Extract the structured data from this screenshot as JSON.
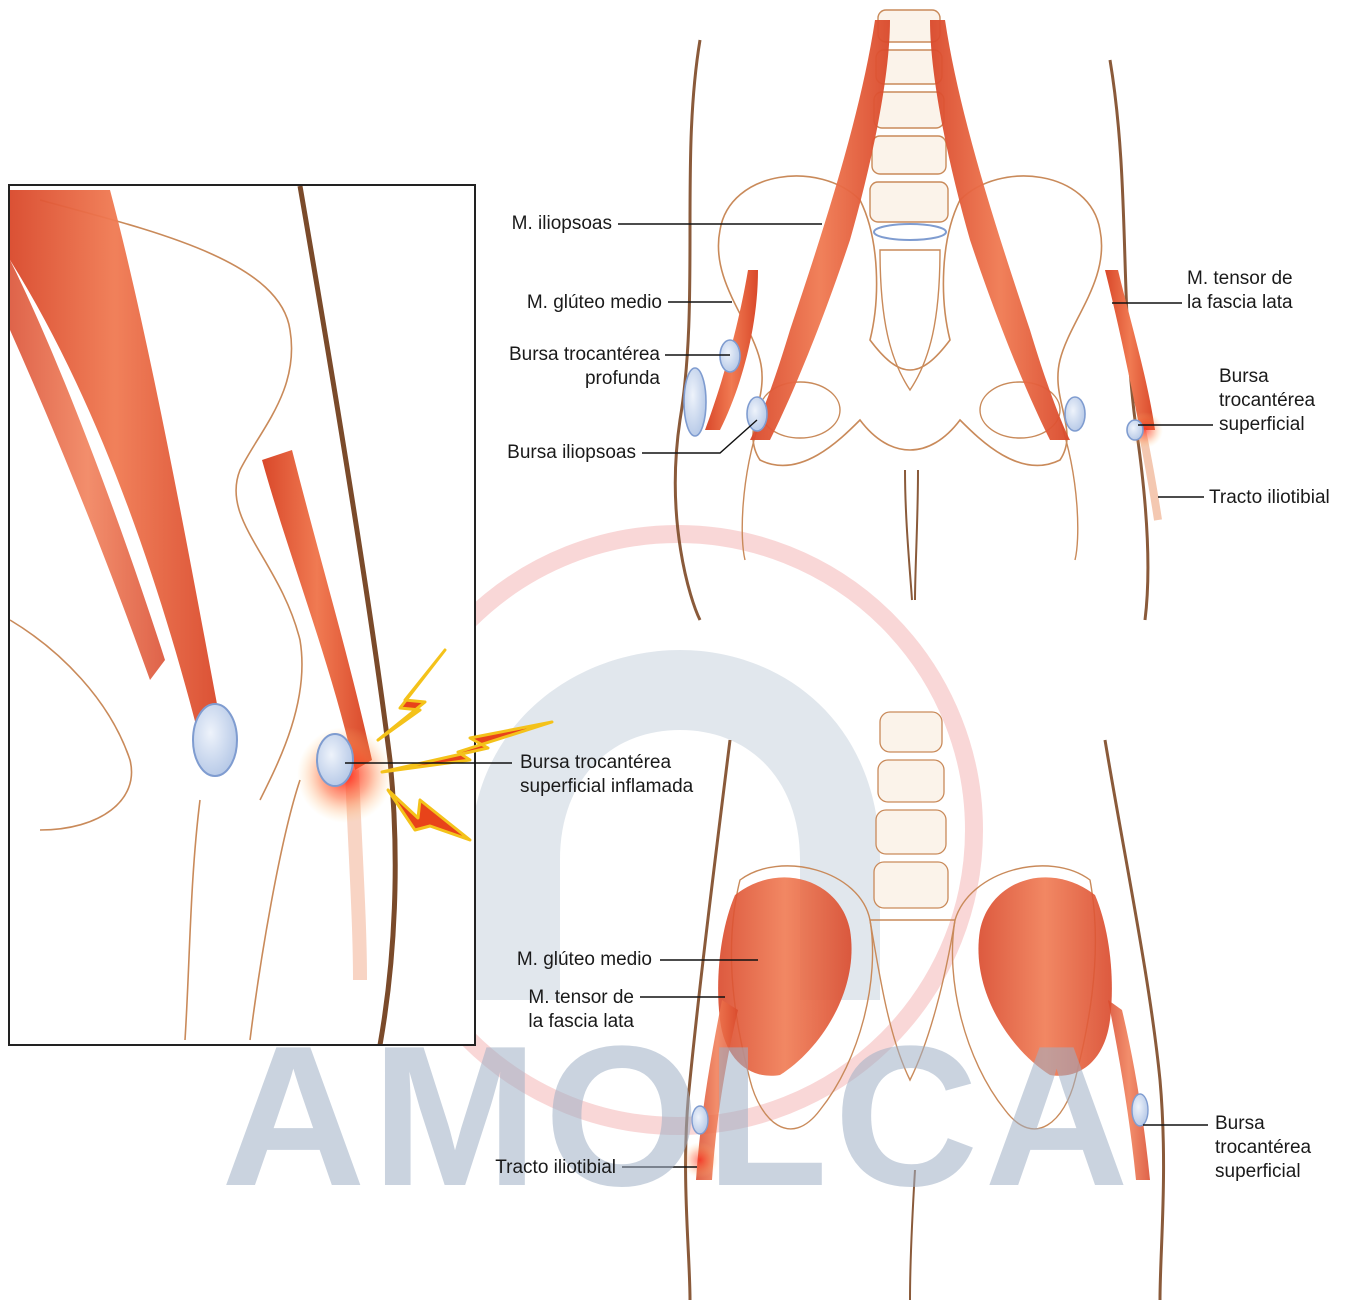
{
  "colors": {
    "muscle": "#e8603c",
    "muscle_dark": "#c8401f",
    "bone_line": "#c98a5a",
    "bursa": "#c6d6ee",
    "bursa_edge": "#7f9cd0",
    "inflammation": "#ff2a1a",
    "lightning": "#f4c21a",
    "skin_line": "#8a5a3a",
    "watermark_ring": "#f2b8b8",
    "watermark_text": "#9fb0c6"
  },
  "watermark": {
    "text": "AMOLCA"
  },
  "labels": {
    "iliopsoas_muscle": "M. iliopsoas",
    "gluteus_medius_front": "M. glúteo medio",
    "deep_bursa_line1": "Bursa trocantérea",
    "deep_bursa_line2": "profunda",
    "iliopsoas_bursa": "Bursa iliopsoas",
    "tfl_front_line1": "M. tensor de",
    "tfl_front_line2": "la fascia lata",
    "superficial_bursa_front_line1": "Bursa",
    "superficial_bursa_front_line2": "trocantérea",
    "superficial_bursa_front_line3": "superficial",
    "it_tract_front": "Tracto iliotibial",
    "inflamed_bursa_line1": "Bursa trocantérea",
    "inflamed_bursa_line2": "superficial inflamada",
    "gluteus_medius_back": "M. glúteo medio",
    "tfl_back_line1": "M. tensor de",
    "tfl_back_line2": "la fascia lata",
    "it_tract_back": "Tracto iliotibial",
    "superficial_bursa_back_line1": "Bursa",
    "superficial_bursa_back_line2": "trocantérea",
    "superficial_bursa_back_line3": "superficial"
  }
}
